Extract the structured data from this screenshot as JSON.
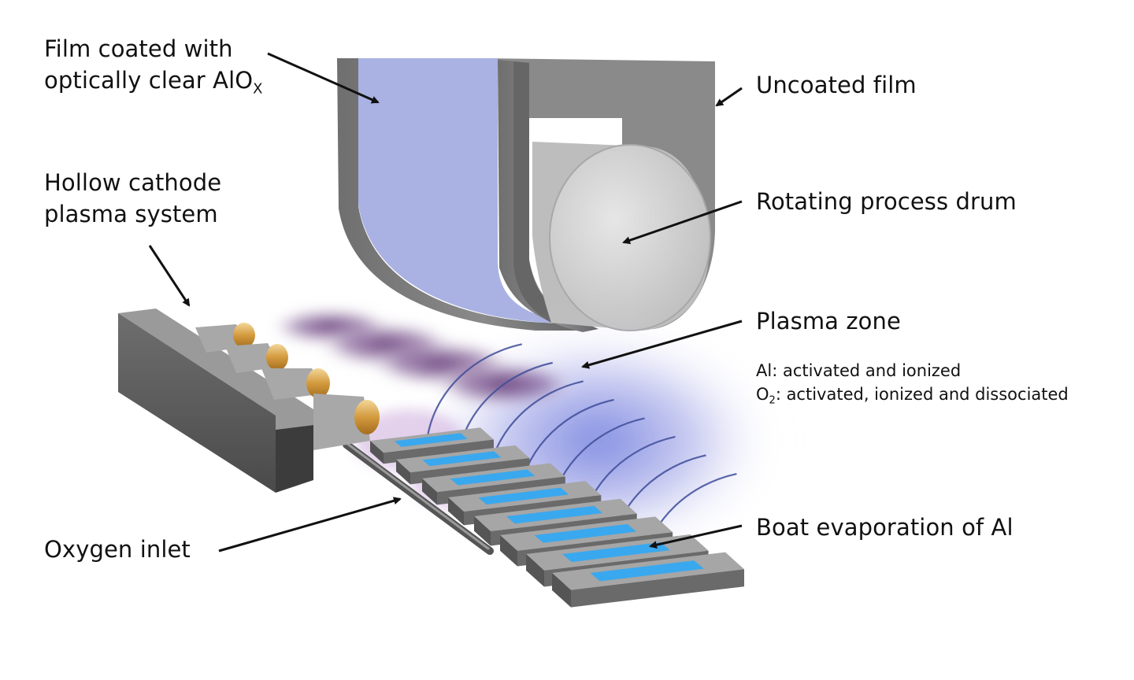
{
  "labels": {
    "film_coated_line1": "Film coated with",
    "film_coated_line2_prefix": "optically clear AlO",
    "film_coated_line2_sub": "X",
    "uncoated_film": "Uncoated film",
    "hollow_cathode_line1": "Hollow cathode",
    "hollow_cathode_line2": "plasma system",
    "rotating_drum": "Rotating process drum",
    "plasma_zone": "Plasma zone",
    "al_note": "Al: activated and ionized",
    "o2_prefix": "O",
    "o2_sub": "2",
    "o2_rest": ": activated, ionized and dissociated",
    "oxygen_inlet": "Oxygen inlet",
    "boat_evaporation": "Boat evaporation of Al"
  },
  "colors": {
    "coated_film": "#a9b2e2",
    "drum_face": "#d6d6d6",
    "frame_grey": "#7c7c7c",
    "plasma_purple": "#6a3f7e",
    "plasma_blue": "#5a6bd8",
    "boat_cyan": "#3aa8ee",
    "nozzle_gold": "#d8a54e",
    "arrow": "#111111"
  }
}
